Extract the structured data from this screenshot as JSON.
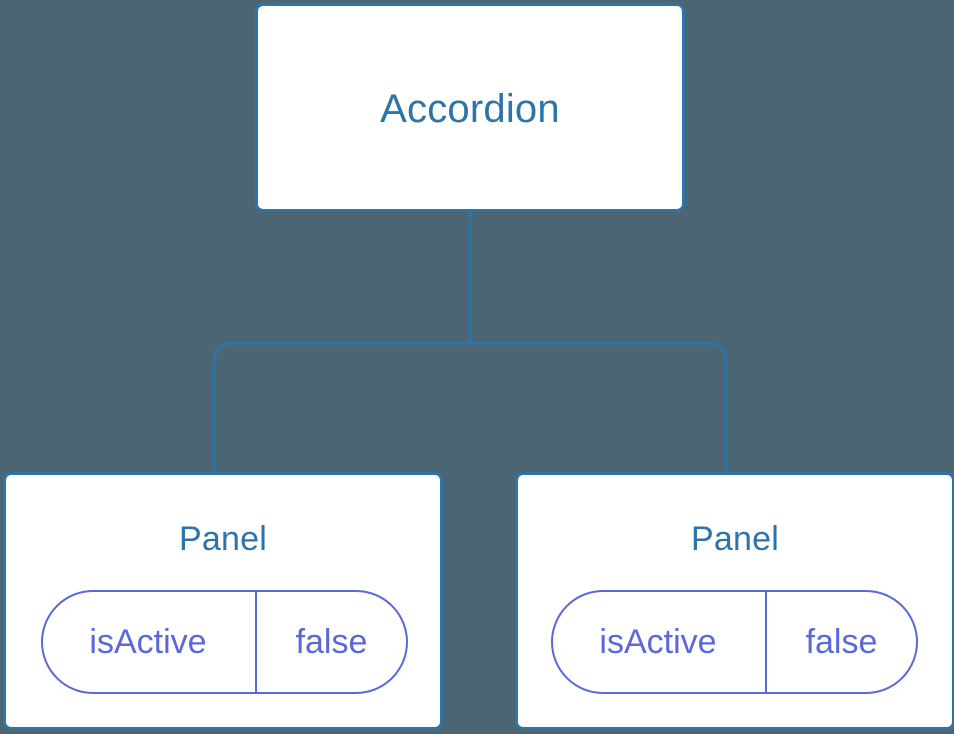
{
  "diagram": {
    "type": "component-tree",
    "background_color": "#4c6572",
    "node_border_color": "#2f74a8",
    "node_fill_color": "#ffffff",
    "node_text_color": "#2f74a8",
    "prop_accent_color": "#5a68d8",
    "connector_color": "#2f74a8",
    "root": {
      "label": "Accordion"
    },
    "children": [
      {
        "label": "Panel",
        "props": [
          {
            "key": "isActive",
            "value": "false"
          }
        ]
      },
      {
        "label": "Panel",
        "props": [
          {
            "key": "isActive",
            "value": "false"
          }
        ]
      }
    ]
  }
}
